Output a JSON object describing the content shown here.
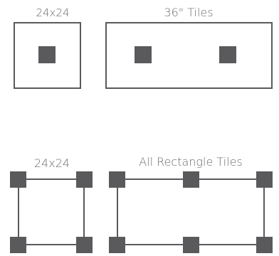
{
  "top_row": {
    "square_label": "24x24",
    "wide_label": "36\" Tiles"
  },
  "bottom_row": {
    "square_label": "24x24",
    "wide_label": "All Rectangle Tiles"
  },
  "colors": {
    "outline": "#5a5a5c",
    "block": "#5a5a5c",
    "text": "#6b6b6d",
    "background": "#ffffff"
  }
}
